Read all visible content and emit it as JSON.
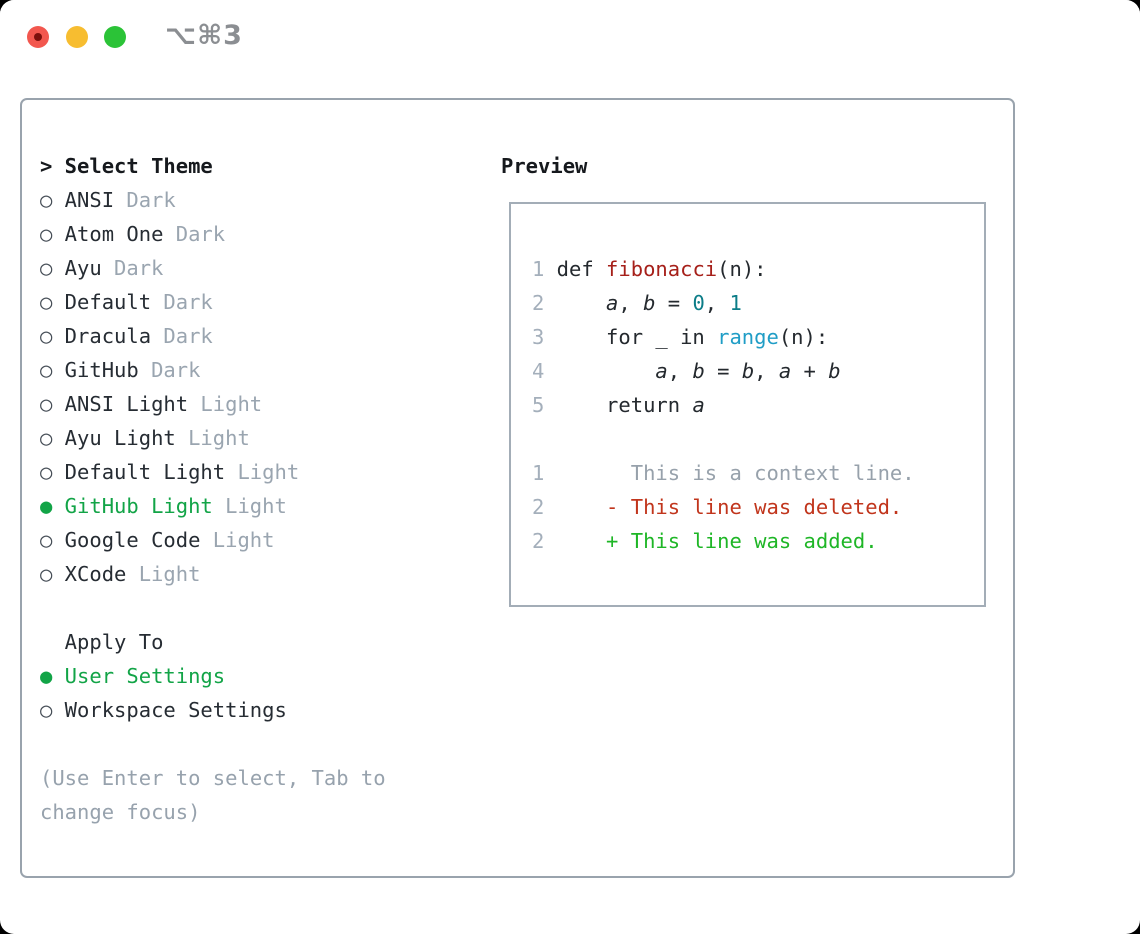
{
  "window": {
    "title": "⌥⌘3"
  },
  "glyphs": {
    "header_marker": ">",
    "radio_on": "●",
    "radio_off": "○"
  },
  "colors": {
    "accent_green": "#12a447",
    "diff_added_green": "#1eb626",
    "diff_deleted_red": "#c1351c",
    "function_red": "#a6201a",
    "literal_teal": "#0c7d88",
    "builtin_blue": "#1f9dc6",
    "muted_gray": "#9aa5b0",
    "border_gray": "#99a3ad"
  },
  "left": {
    "header": "Select Theme",
    "themes": [
      {
        "name": "ANSI",
        "variant": "Dark",
        "selected": false
      },
      {
        "name": "Atom One",
        "variant": "Dark",
        "selected": false
      },
      {
        "name": "Ayu",
        "variant": "Dark",
        "selected": false
      },
      {
        "name": "Default",
        "variant": "Dark",
        "selected": false
      },
      {
        "name": "Dracula",
        "variant": "Dark",
        "selected": false
      },
      {
        "name": "GitHub",
        "variant": "Dark",
        "selected": false
      },
      {
        "name": "ANSI Light",
        "variant": "Light",
        "selected": false
      },
      {
        "name": "Ayu Light",
        "variant": "Light",
        "selected": false
      },
      {
        "name": "Default Light",
        "variant": "Light",
        "selected": false
      },
      {
        "name": "GitHub Light",
        "variant": "Light",
        "selected": true
      },
      {
        "name": "Google Code",
        "variant": "Light",
        "selected": false
      },
      {
        "name": "XCode",
        "variant": "Light",
        "selected": false
      }
    ],
    "apply_to": {
      "header": "Apply To",
      "options": [
        {
          "name": "User Settings",
          "selected": true
        },
        {
          "name": "Workspace Settings",
          "selected": false
        }
      ]
    },
    "hint": "(Use Enter to select, Tab to change focus)"
  },
  "preview": {
    "header": "Preview",
    "code": [
      {
        "num": "1",
        "parts": [
          " def ",
          "fibonacci",
          "(n):"
        ]
      },
      {
        "num": "2",
        "parts": [
          "     ",
          "a",
          ", ",
          "b",
          " = ",
          "0",
          ", ",
          "1"
        ]
      },
      {
        "num": "3",
        "parts": [
          "     for _ in ",
          "range",
          "(n):"
        ]
      },
      {
        "num": "4",
        "parts": [
          "         ",
          "a",
          ", ",
          "b",
          " = ",
          "b",
          ", ",
          "a",
          " + ",
          "b"
        ]
      },
      {
        "num": "5",
        "parts": [
          "     return ",
          "a"
        ]
      },
      {
        "num": "",
        "parts": []
      },
      {
        "num": "1",
        "parts": [
          "       This is a context line."
        ]
      },
      {
        "num": "2",
        "parts": [
          "     - This line was deleted."
        ]
      },
      {
        "num": "2",
        "parts": [
          "     + This line was added."
        ]
      }
    ]
  }
}
